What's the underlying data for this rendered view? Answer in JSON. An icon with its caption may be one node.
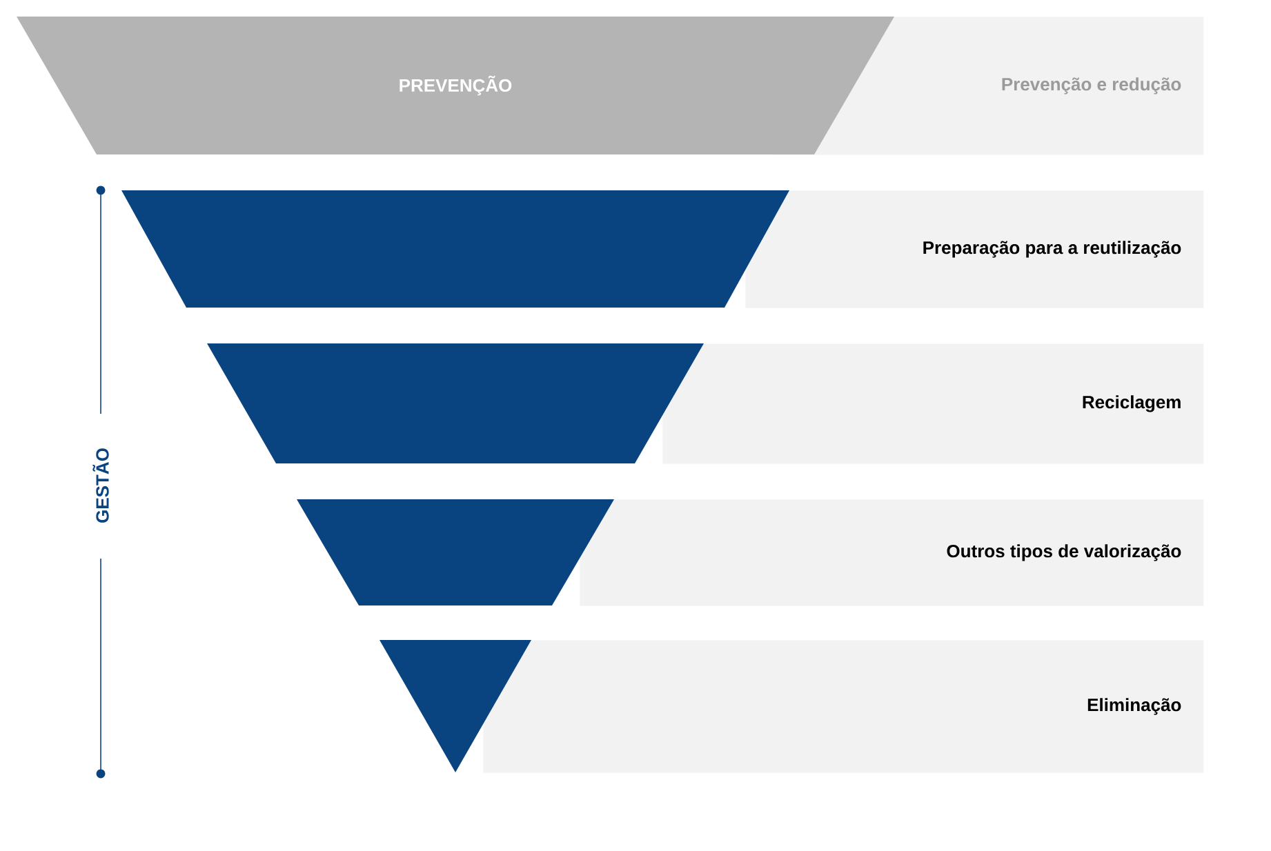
{
  "diagram": {
    "nodes": [
      {
        "text": [
          "PREVENÇÃO"
        ]
      },
      {
        "text": [
          "Prevenção e redução"
        ]
      },
      {
        "text": [],
        "shape": "trapezoid"
      },
      {
        "text": [
          "Preparação para a reutilização"
        ]
      },
      {
        "text": [],
        "shape": "trapezoid"
      },
      {
        "text": [
          "Reciclagem"
        ]
      },
      {
        "text": [],
        "shape": "trapezoid"
      },
      {
        "text": [
          "Outros tipos de valorização"
        ]
      },
      {
        "text": [],
        "shape": "triangle"
      },
      {
        "text": [
          "Eliminação"
        ]
      }
    ],
    "labels": [
      "GESTÃO"
    ]
  }
}
